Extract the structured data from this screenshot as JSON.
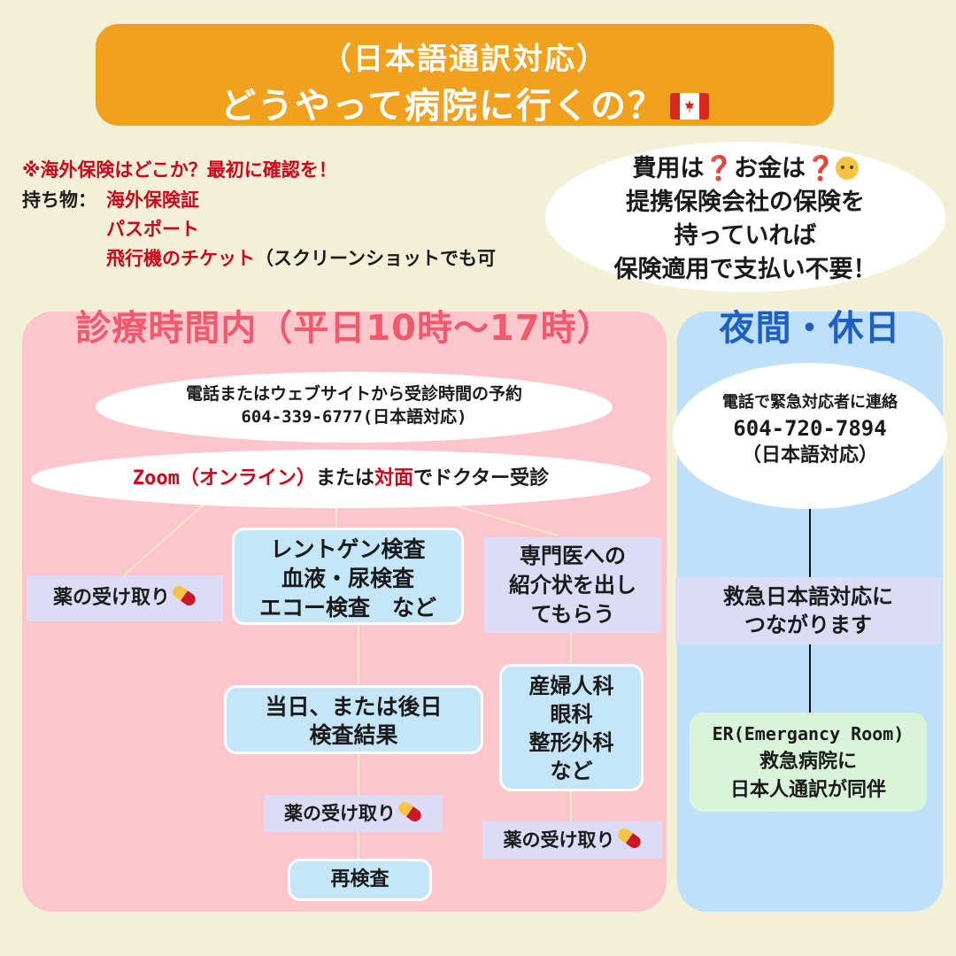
{
  "header": {
    "line1": "（日本語通訳対応）",
    "line2": "どうやって病院に行くの？"
  },
  "notes": {
    "warning": "※海外保険はどこか？最初に確認を！",
    "items_label": "持ち物：",
    "items": [
      "海外保険証",
      "パスポート",
      "飛行機のチケット"
    ],
    "items_suffix": "（スクリーンショットでも可"
  },
  "cost": {
    "line1_a": "費用は",
    "line1_b": "お金は",
    "line2": "提携保険会社の保険を",
    "line3": "持っていれば",
    "line4": "保険適用で支払い不要！"
  },
  "daytime": {
    "title": "診療時間内（平日10時〜17時）",
    "reserve_line1": "電話またはウェブサイトから受診時間の予約",
    "reserve_line2": "604-339-6777(日本語対応)",
    "consult_zoom": "Zoom",
    "consult_online": "（オンライン）",
    "consult_mata": "または",
    "consult_face": "対面",
    "consult_rest": "でドクター受診",
    "medicine": "薬の受け取り",
    "tests_line1": "レントゲン検査",
    "tests_line2": "血液・尿検査",
    "tests_line3": "エコー検査　など",
    "referral_line1": "専門医への",
    "referral_line2": "紹介状を出し",
    "referral_line3": "てもらう",
    "results_line1": "当日、または後日",
    "results_line2": "検査結果",
    "specialists_line1": "産婦人科",
    "specialists_line2": "眼科",
    "specialists_line3": "整形外科",
    "specialists_line4": "など",
    "medicine2": "薬の受け取り",
    "medicine3": "薬の受け取り",
    "retest": "再検査"
  },
  "night": {
    "title": "夜間・休日",
    "contact_line1": "電話で緊急対応者に連絡",
    "contact_line2": "604-720-7894",
    "contact_line3": "（日本語対応）",
    "connect_line1": "救急日本語対応に",
    "connect_line2": "つながります",
    "er_line1": "ER(Emergancy Room)",
    "er_line2": "救急病院に",
    "er_line3": "日本人通訳が同伴"
  },
  "colors": {
    "banner": "#f0a21e",
    "red_text": "#d0021b",
    "pink_panel": "#fcc6cc",
    "blue_panel": "#bfe0fa",
    "pink_title": "#f05a6c",
    "blue_title": "#1f5fc2"
  },
  "icons": [
    "canada-flag-icon",
    "red-question-icon",
    "thinking-face-icon",
    "pill-icon"
  ]
}
